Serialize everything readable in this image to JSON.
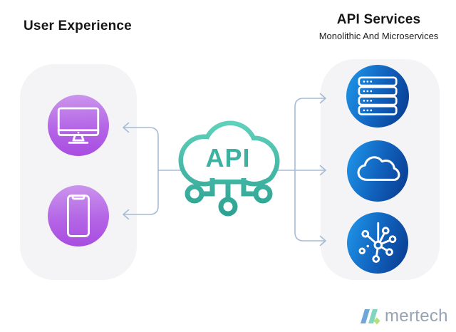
{
  "left_section": {
    "title": "User Experience",
    "icons": [
      "desktop-icon",
      "smartphone-icon"
    ]
  },
  "center": {
    "label": "API"
  },
  "right_section": {
    "title": "API Services",
    "subtitle": "Monolithic And Microservices",
    "icons": [
      "server-stack-icon",
      "cloud-icon",
      "microservices-icon"
    ]
  },
  "footer": {
    "brand": "mertech"
  },
  "colors": {
    "background": "#ffffff",
    "panel": "#f4f4f6",
    "purple_gradient_top": "#ca92ec",
    "purple_gradient_bottom": "#a94ee1",
    "blue_gradient_left": "#1f97ea",
    "blue_gradient_right": "#093a8e",
    "teal_gradient_top": "#63d3bd",
    "teal_gradient_bottom": "#2ca191",
    "api_text": "#3db2a0",
    "connector": "#a7bbd5",
    "title_text": "#161616",
    "logo_text": "#96a3b2",
    "logo_blue": "#6fa6db",
    "logo_mint": "#82d5c1",
    "logo_green": "#b5df7a"
  }
}
